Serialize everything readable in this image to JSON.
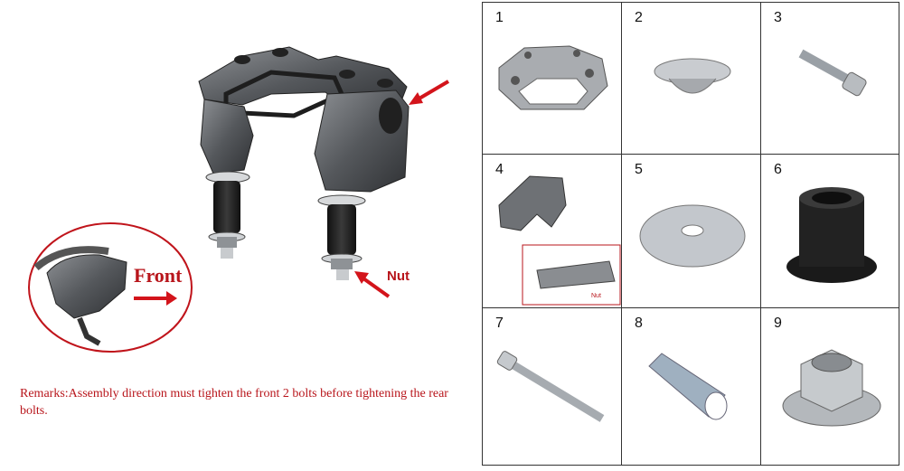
{
  "main_diagram": {
    "front_label": "Front",
    "nut_label": "Nut",
    "remarks": "Remarks:Assembly direction must tighten the front 2 bolts before tightening the rear bolts."
  },
  "parts": [
    {
      "number": "1"
    },
    {
      "number": "2"
    },
    {
      "number": "3"
    },
    {
      "number": "4"
    },
    {
      "number": "5"
    },
    {
      "number": "6"
    },
    {
      "number": "7"
    },
    {
      "number": "8"
    },
    {
      "number": "9"
    }
  ],
  "inset_4": {
    "label": "Nut"
  },
  "colors": {
    "accent_red": "#b8151b",
    "metal_dark": "#4a4a4a",
    "metal_light": "#b9bcc0",
    "rubber": "#1b1b1b"
  }
}
